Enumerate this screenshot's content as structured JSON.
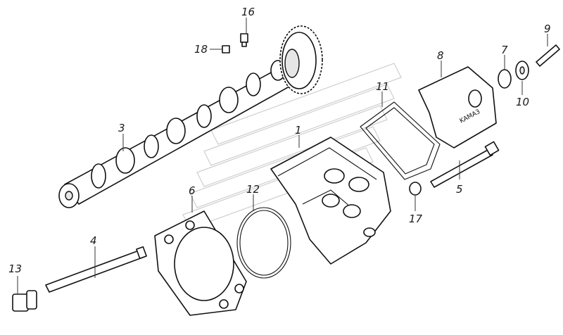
{
  "callouts": [
    {
      "id": "1",
      "text": "1"
    },
    {
      "id": "3",
      "text": "3"
    },
    {
      "id": "4",
      "text": "4"
    },
    {
      "id": "5",
      "text": "5"
    },
    {
      "id": "6",
      "text": "6"
    },
    {
      "id": "7",
      "text": "7"
    },
    {
      "id": "8",
      "text": "8"
    },
    {
      "id": "9",
      "text": "9"
    },
    {
      "id": "10",
      "text": "10"
    },
    {
      "id": "11",
      "text": "11"
    },
    {
      "id": "12",
      "text": "12"
    },
    {
      "id": "13",
      "text": "13"
    },
    {
      "id": "16",
      "text": "16"
    },
    {
      "id": "17",
      "text": "17"
    },
    {
      "id": "18",
      "text": "18"
    }
  ],
  "cover_brand": "KAMA3"
}
